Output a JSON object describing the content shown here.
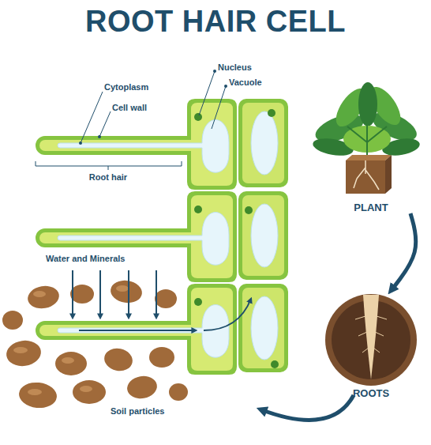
{
  "diagram": {
    "title": "ROOT HAIR CELL",
    "nodes": [
      {
        "text": [
          "PLANT"
        ]
      },
      {
        "text": [
          "ROOTS"
        ]
      }
    ],
    "edges": [
      {
        "from": 0,
        "to": 1,
        "arrow": "to"
      }
    ],
    "labels": [
      "Nucleus",
      "Vacuole",
      "Cytoplasm",
      "Cell wall",
      "Root hair",
      "Water and Minerals",
      "Soil particles"
    ]
  }
}
